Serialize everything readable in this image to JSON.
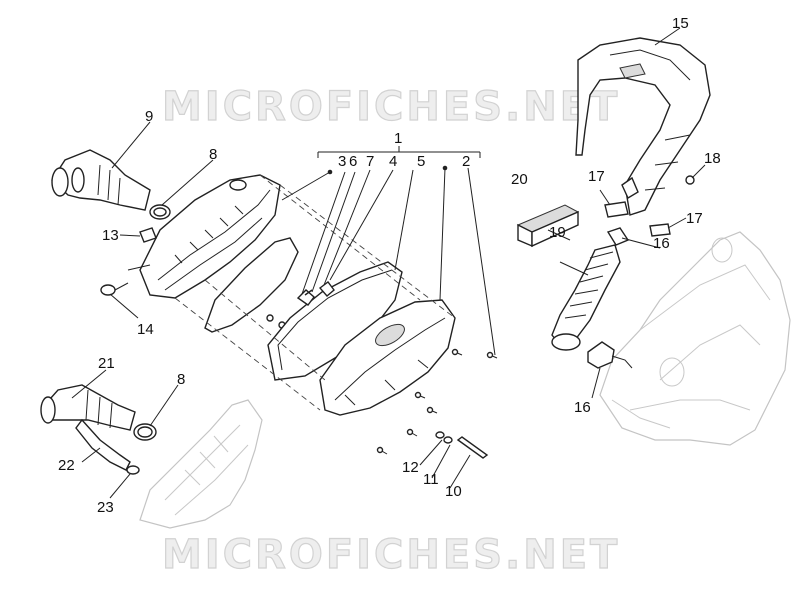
{
  "watermark": {
    "top": "MICROFICHES.NET",
    "bottom": "MICROFICHES.NET"
  },
  "callouts": {
    "n1": "1",
    "n2": "2",
    "n3": "3",
    "n6": "6",
    "n7": "7",
    "n4": "4",
    "n5": "5",
    "n8a": "8",
    "n8b": "8",
    "n9": "9",
    "n10": "10",
    "n11": "11",
    "n12": "12",
    "n13": "13",
    "n14": "14",
    "n15": "15",
    "n16a": "16",
    "n16b": "16",
    "n17a": "17",
    "n17b": "17",
    "n18": "18",
    "n19": "19",
    "n20": "20",
    "n21": "21",
    "n22": "22",
    "n23": "23"
  },
  "colors": {
    "ink": "#222222",
    "ghost": "#c4c4c4",
    "watermark": "#d2d2d2"
  }
}
